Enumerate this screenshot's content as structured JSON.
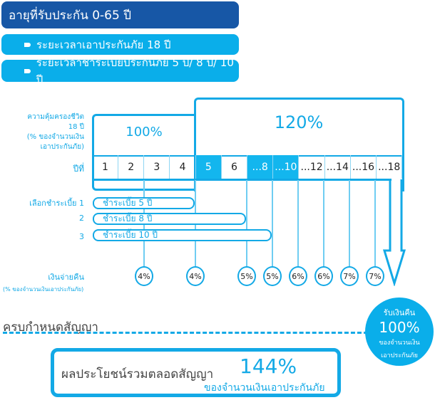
{
  "header": {
    "age": "อายุที่รับประกัน 0-65 ปี",
    "coverage_term": "ระยะเวลาเอาประกันภัย 18 ปี",
    "pay_term": "ระยะเวลาชำระเบี้ยประกันภัย 5 ปี/ 8 ปี/ 10 ปี"
  },
  "coverage": {
    "label_lines": [
      "ความคุ้มครองชีวิต",
      "18 ปี",
      "(% ของจำนวนเงิน",
      "เอาประกันภัย)"
    ],
    "first": "100%",
    "second": "120%"
  },
  "years": {
    "label": "ปีที่",
    "items": [
      "1",
      "2",
      "3",
      "4",
      "5",
      "6",
      "...8",
      "...10",
      "...12",
      "...14",
      "...16",
      "...18"
    ]
  },
  "payment": {
    "label": "เลือกชำระเบี้ย",
    "options": [
      {
        "num": "1",
        "text": "ชำระเบี้ย 5 ปี"
      },
      {
        "num": "2",
        "text": "ชำระเบี้ย 8 ปี"
      },
      {
        "num": "3",
        "text": "ชำระเบี้ย 10 ปี"
      }
    ]
  },
  "cashback": {
    "label": "เงินจ่ายคืน",
    "sub": "(% ของจำนวนเงินเอาประกันภัย)",
    "values": [
      "4%",
      "4%",
      "5%",
      "5%",
      "6%",
      "6%",
      "7%",
      "7%"
    ]
  },
  "maturity": {
    "label": "ครบกำหนดสัญญา",
    "circle_top": "รับเงินคืน",
    "circle_value": "100%",
    "circle_sub1": "ของจำนวนเงิน",
    "circle_sub2": "เอาประกันภัย"
  },
  "total": {
    "label": "ผลประโยชน์รวมตลอดสัญญา",
    "value": "144%",
    "sub": "ของจำนวนเงินเอาประกันภัย"
  },
  "colors": {
    "dark": "#1757a6",
    "light": "#0aaeea"
  }
}
